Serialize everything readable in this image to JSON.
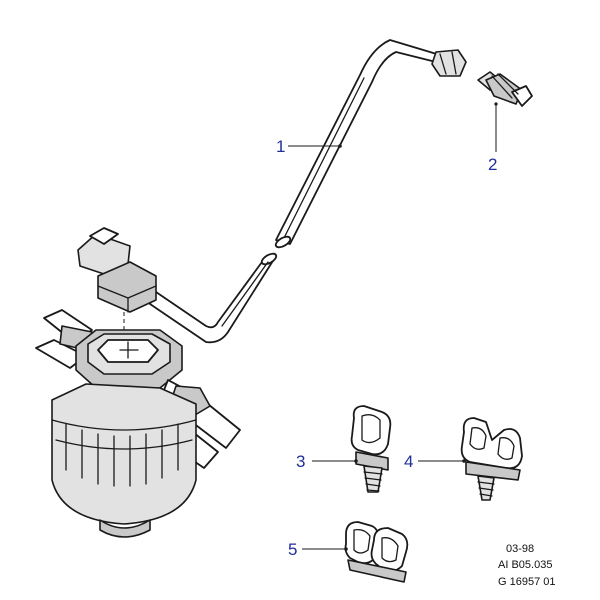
{
  "callouts": [
    {
      "id": "1",
      "label": "1"
    },
    {
      "id": "2",
      "label": "2"
    },
    {
      "id": "3",
      "label": "3"
    },
    {
      "id": "4",
      "label": "4"
    },
    {
      "id": "5",
      "label": "5"
    }
  ],
  "footer": {
    "date_code": "03-98",
    "illustration_ref": "AI B05.035",
    "drawing_number": "G 16957 01"
  },
  "colors": {
    "callout_text": "#1f2f9a",
    "line_art": "#1a1a1a",
    "shading": "#c9c9c9"
  }
}
